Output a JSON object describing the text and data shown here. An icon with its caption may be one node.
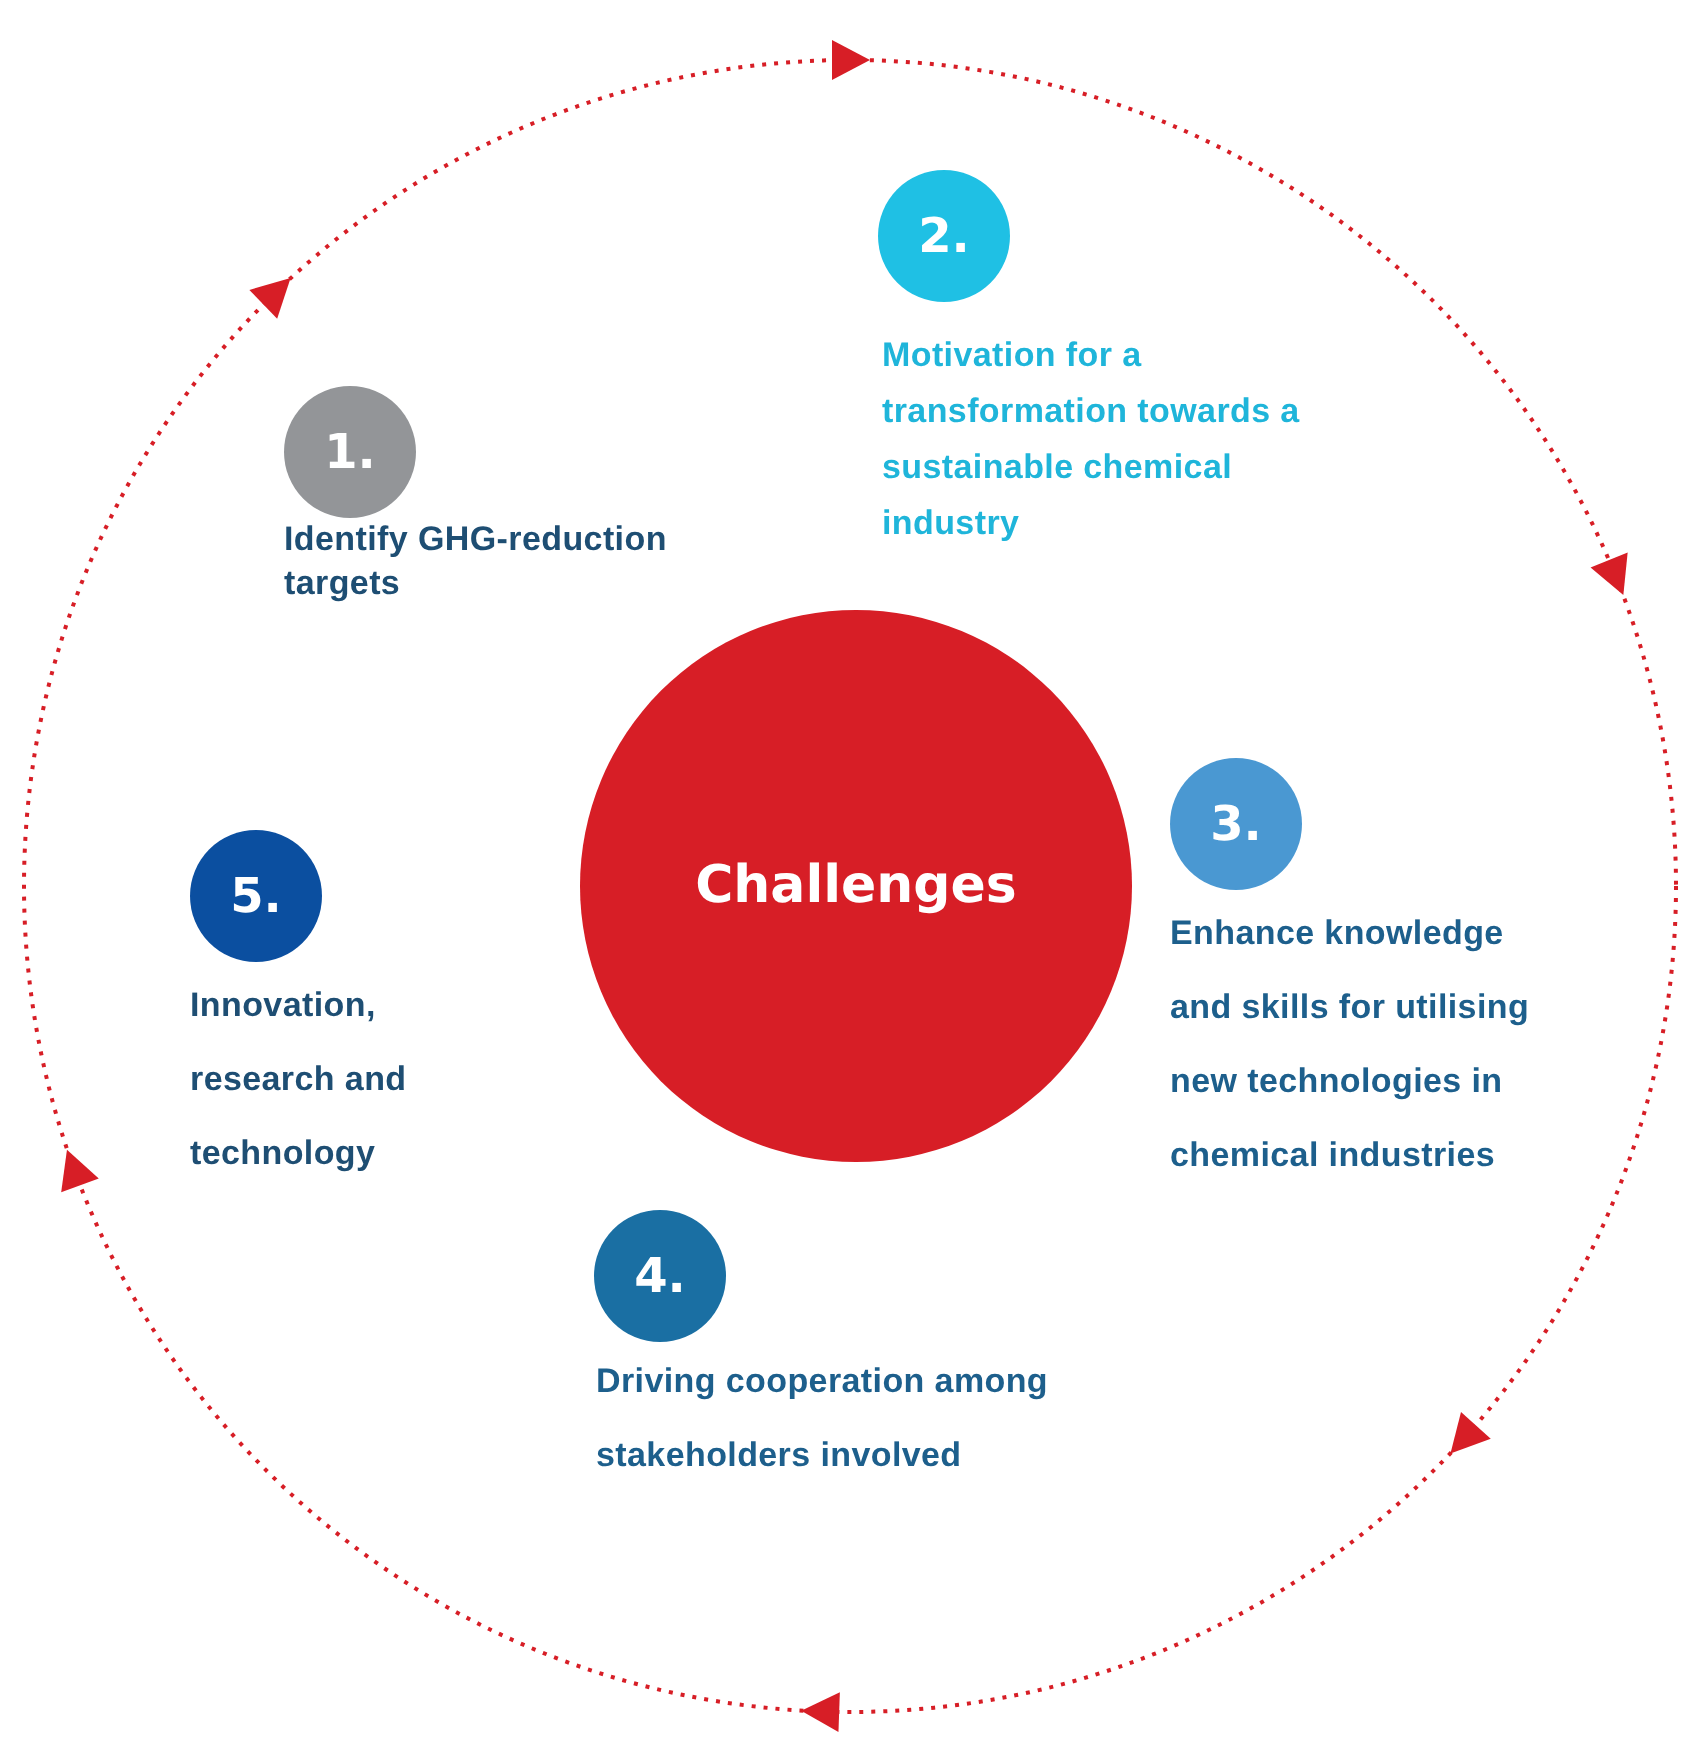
{
  "diagram": {
    "nodes": [
      {
        "text": [
          "Challenges"
        ]
      },
      {
        "text": [
          "1."
        ],
        "beside": [
          "Identify GHG-reduction targets"
        ]
      },
      {
        "text": [
          "2."
        ],
        "beside": [
          "Motivation for a transformation towards a sustainable chemical industry"
        ]
      },
      {
        "text": [
          "3."
        ],
        "beside": [
          "Enhance knowledge and skills for utilising new technologies in chemical industries"
        ]
      },
      {
        "text": [
          "4."
        ],
        "beside": [
          "Driving cooperation among stakeholders involved"
        ]
      },
      {
        "text": [
          "5."
        ],
        "beside": [
          "Innovation, research and technology"
        ]
      }
    ]
  }
}
